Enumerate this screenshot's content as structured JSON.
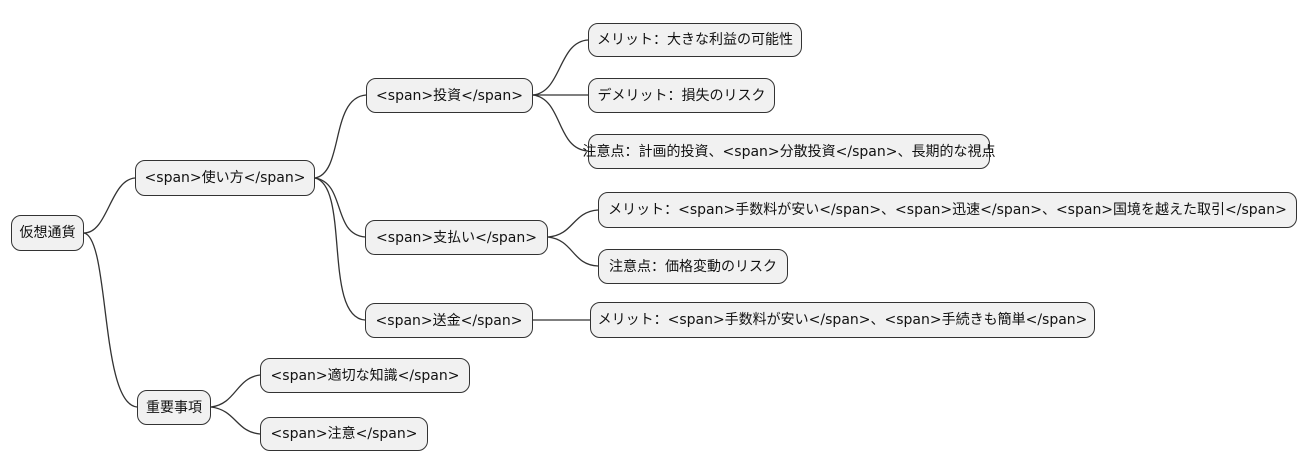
{
  "diagram": {
    "type": "mindmap",
    "topic": "仮想通貨",
    "colors": {
      "node_fill": "#f1f1f1",
      "node_border": "#333333",
      "edge": "#333333",
      "text": "#111111",
      "background": "#ffffff"
    },
    "root": {
      "label": "仮想通貨",
      "children": [
        {
          "label": "<span>使い方</span>",
          "children": [
            {
              "label": "<span>投資</span>",
              "children": [
                {
                  "label": "メリット：大きな利益の可能性"
                },
                {
                  "label": "デメリット：損失のリスク"
                },
                {
                  "label": "注意点：計画的投資、<span>分散投資</span>、長期的な視点"
                }
              ]
            },
            {
              "label": "<span>支払い</span>",
              "children": [
                {
                  "label": "メリット：<span>手数料が安い</span>、<span>迅速</span>、<span>国境を越えた取引</span>"
                },
                {
                  "label": "注意点：価格変動のリスク"
                }
              ]
            },
            {
              "label": "<span>送金</span>",
              "children": [
                {
                  "label": "メリット：<span>手数料が安い</span>、<span>手続きも簡単</span>"
                }
              ]
            }
          ]
        },
        {
          "label": "重要事項",
          "children": [
            {
              "label": "<span>適切な知識</span>"
            },
            {
              "label": "<span>注意</span>"
            }
          ]
        }
      ]
    }
  }
}
